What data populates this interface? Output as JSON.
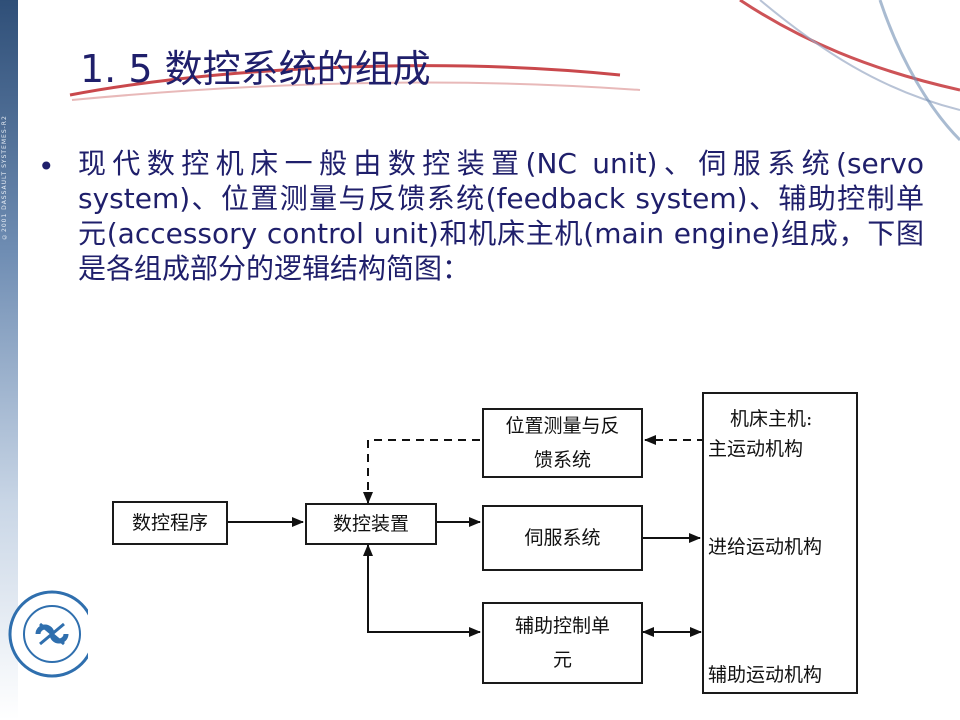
{
  "slide": {
    "title": "1. 5  数控系统的组成",
    "left_band_text": "©2001 DASSAULT SYSTEMES-R2",
    "bullet": "•",
    "paragraph": "现代数控机床一般由数控装置(NC unit)、伺服系统(servo system)、位置测量与反馈系统(feedback system)、辅助控制单元(accessory control unit)和机床主机(main engine)组成，下图是各组成部分的逻辑结构简图："
  },
  "diagram": {
    "nodes": {
      "nc_program": "数控程序",
      "nc_device": "数控装置",
      "position_feedback_line1": "位置测量与反",
      "position_feedback_line2": "馈系统",
      "servo": "伺服系统",
      "aux_control_line1": "辅助控制单",
      "aux_control_line2": "元",
      "main_engine_header": "机床主机:",
      "main_motion": "主运动机构",
      "feed_motion": "进给运动机构",
      "aux_motion": "辅助运动机构"
    },
    "edges": [
      {
        "from": "nc_program",
        "to": "nc_device",
        "style": "solid"
      },
      {
        "from": "nc_device",
        "to": "servo",
        "style": "solid"
      },
      {
        "from": "servo",
        "to": "feed_motion",
        "style": "solid"
      },
      {
        "from": "main_motion",
        "to": "position_feedback",
        "style": "dashed"
      },
      {
        "from": "position_feedback",
        "to": "nc_device",
        "style": "dashed"
      },
      {
        "from": "nc_device",
        "to": "aux_control",
        "style": "solid",
        "bidirectional": true
      },
      {
        "from": "aux_control",
        "to": "aux_motion",
        "style": "solid",
        "bidirectional": true
      }
    ]
  },
  "colors": {
    "title": "#1f1f6b",
    "text": "#1f1f6b",
    "accent_red": "#c0282d",
    "band_blue": "#2f4f78"
  }
}
